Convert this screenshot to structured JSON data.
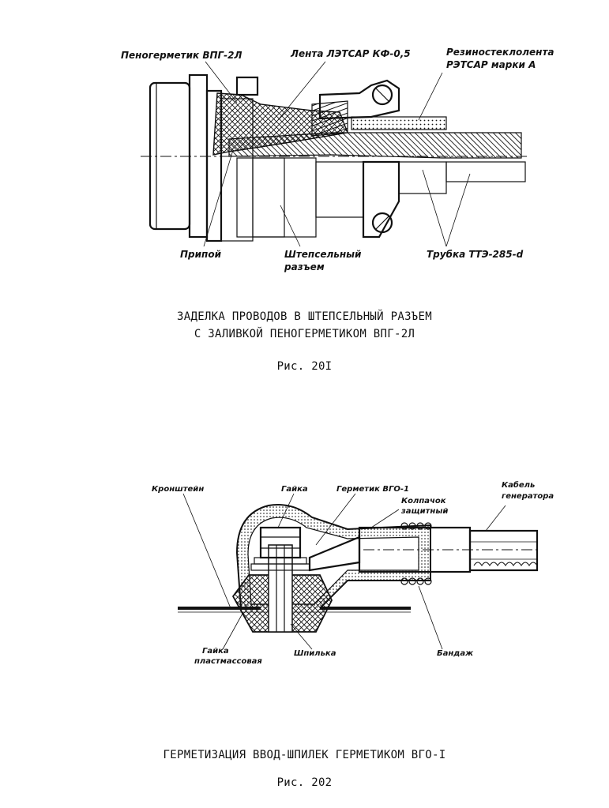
{
  "figure1": {
    "labels": {
      "sealant": "Пеногерметик ВПГ-2Л",
      "tape": "Лента ЛЭТСАР КФ-0,5",
      "rubber_glass_tape_l1": "Резиностеклолента",
      "rubber_glass_tape_l2": "РЭТСАР марки А",
      "solder": "Припой",
      "connector_l1": "Штепсельный",
      "connector_l2": "разъем",
      "tube": "Трубка ТТЭ-285-d"
    },
    "caption_l1": "ЗАДЕЛКА ПРОВОДОВ В ШТЕПСЕЛЬНЫЙ РАЗЪЕМ",
    "caption_l2": "С ЗАЛИВКОЙ ПЕНОГЕРМЕТИКОМ ВПГ-2Л",
    "number": "Рис. 20I"
  },
  "figure2": {
    "labels": {
      "bracket": "Кронштейн",
      "nut": "Гайка",
      "sealant": "Герметик ВГО-1",
      "cap_l1": "Колпачок",
      "cap_l2": "защитный",
      "cable_l1": "Кабель",
      "cable_l2": "генератора",
      "plastic_nut_l1": "Гайка",
      "plastic_nut_l2": "пластмассовая",
      "stud": "Шпилька",
      "bandage": "Бандаж"
    },
    "caption": "ГЕРМЕТИЗАЦИЯ ВВОД-ШПИЛЕК ГЕРМЕТИКОМ ВГО-I",
    "number": "Рис. 202"
  }
}
